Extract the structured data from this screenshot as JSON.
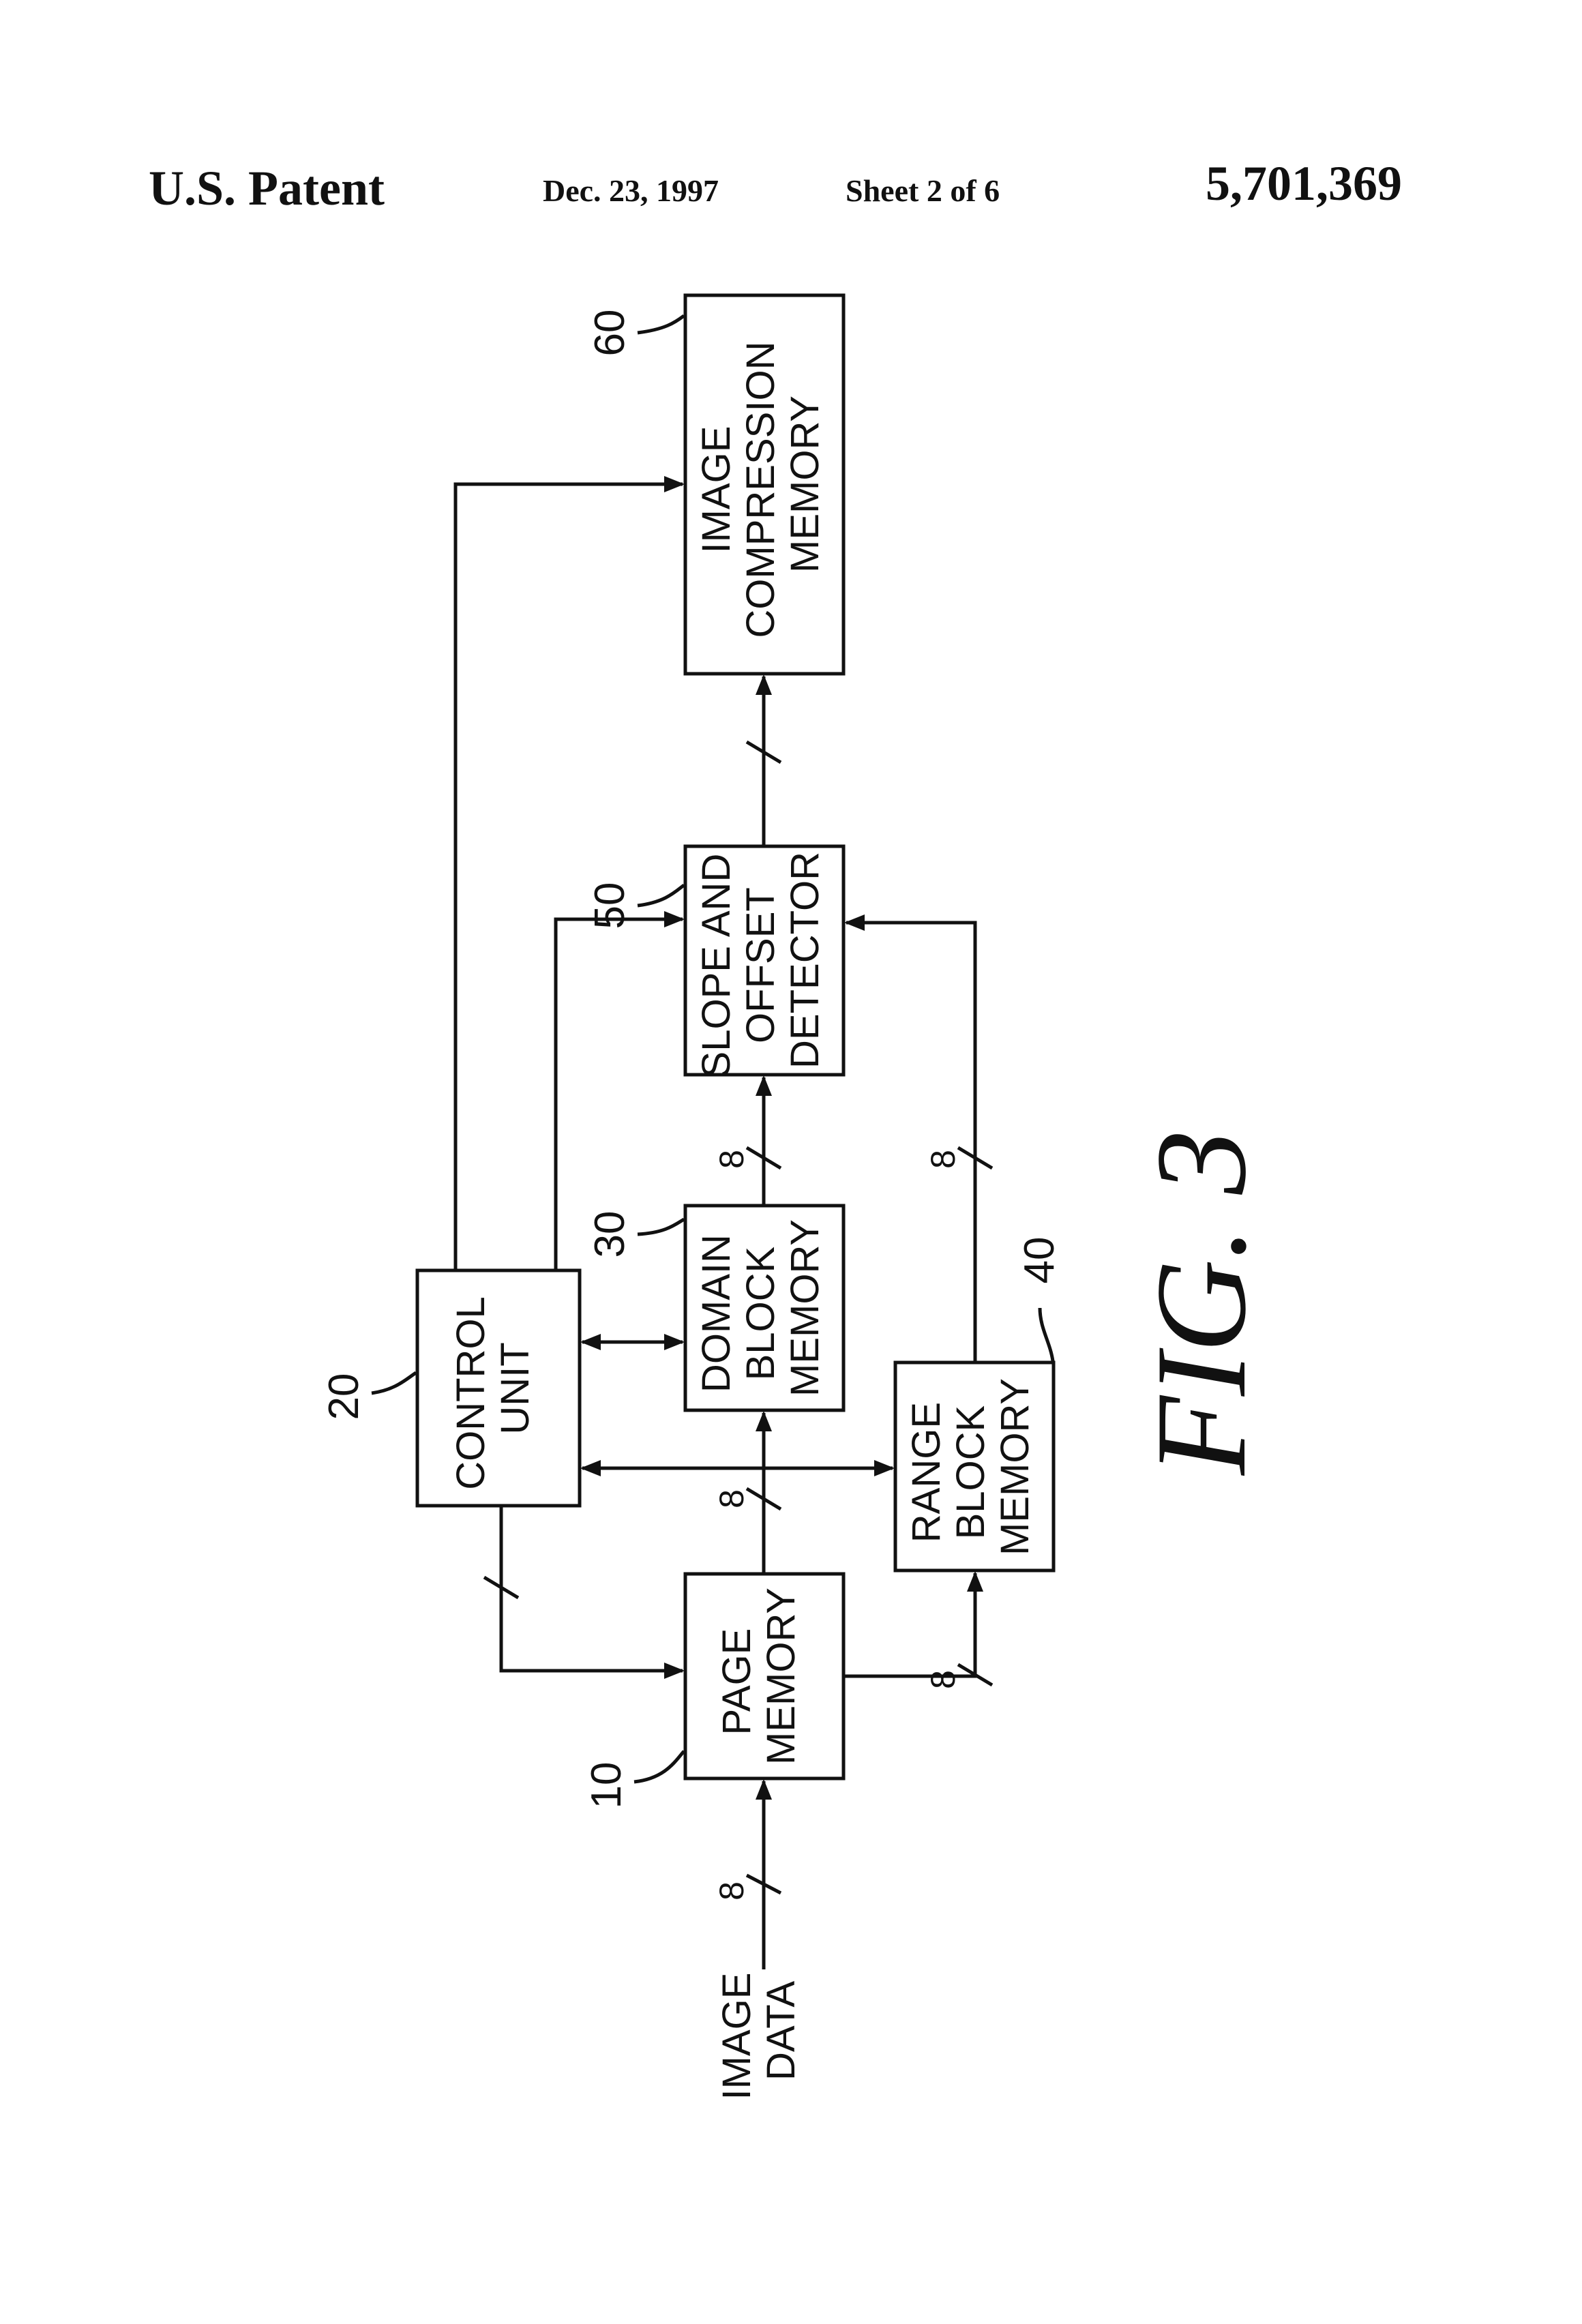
{
  "header": {
    "left": "U.S. Patent",
    "date": "Dec. 23, 1997",
    "sheet": "Sheet 2 of 6",
    "patent_number": "5,701,369"
  },
  "figure": {
    "label": "FIG. 3",
    "blocks": {
      "page_memory": {
        "ref": "10",
        "lines": [
          "PAGE",
          "MEMORY"
        ]
      },
      "control_unit": {
        "ref": "20",
        "lines": [
          "CONTROL",
          "UNIT"
        ]
      },
      "domain_memory": {
        "ref": "30",
        "lines": [
          "DOMAIN",
          "BLOCK",
          "MEMORY"
        ]
      },
      "range_memory": {
        "ref": "40",
        "lines": [
          "RANGE",
          "BLOCK",
          "MEMORY"
        ]
      },
      "detector": {
        "ref": "50",
        "lines": [
          "SLOPE AND",
          "OFFSET",
          "DETECTOR"
        ]
      },
      "compression": {
        "ref": "60",
        "lines": [
          "IMAGE",
          "COMPRESSION",
          "MEMORY"
        ]
      }
    },
    "input_label": [
      "IMAGE",
      "DATA"
    ],
    "bus_width": "8"
  }
}
